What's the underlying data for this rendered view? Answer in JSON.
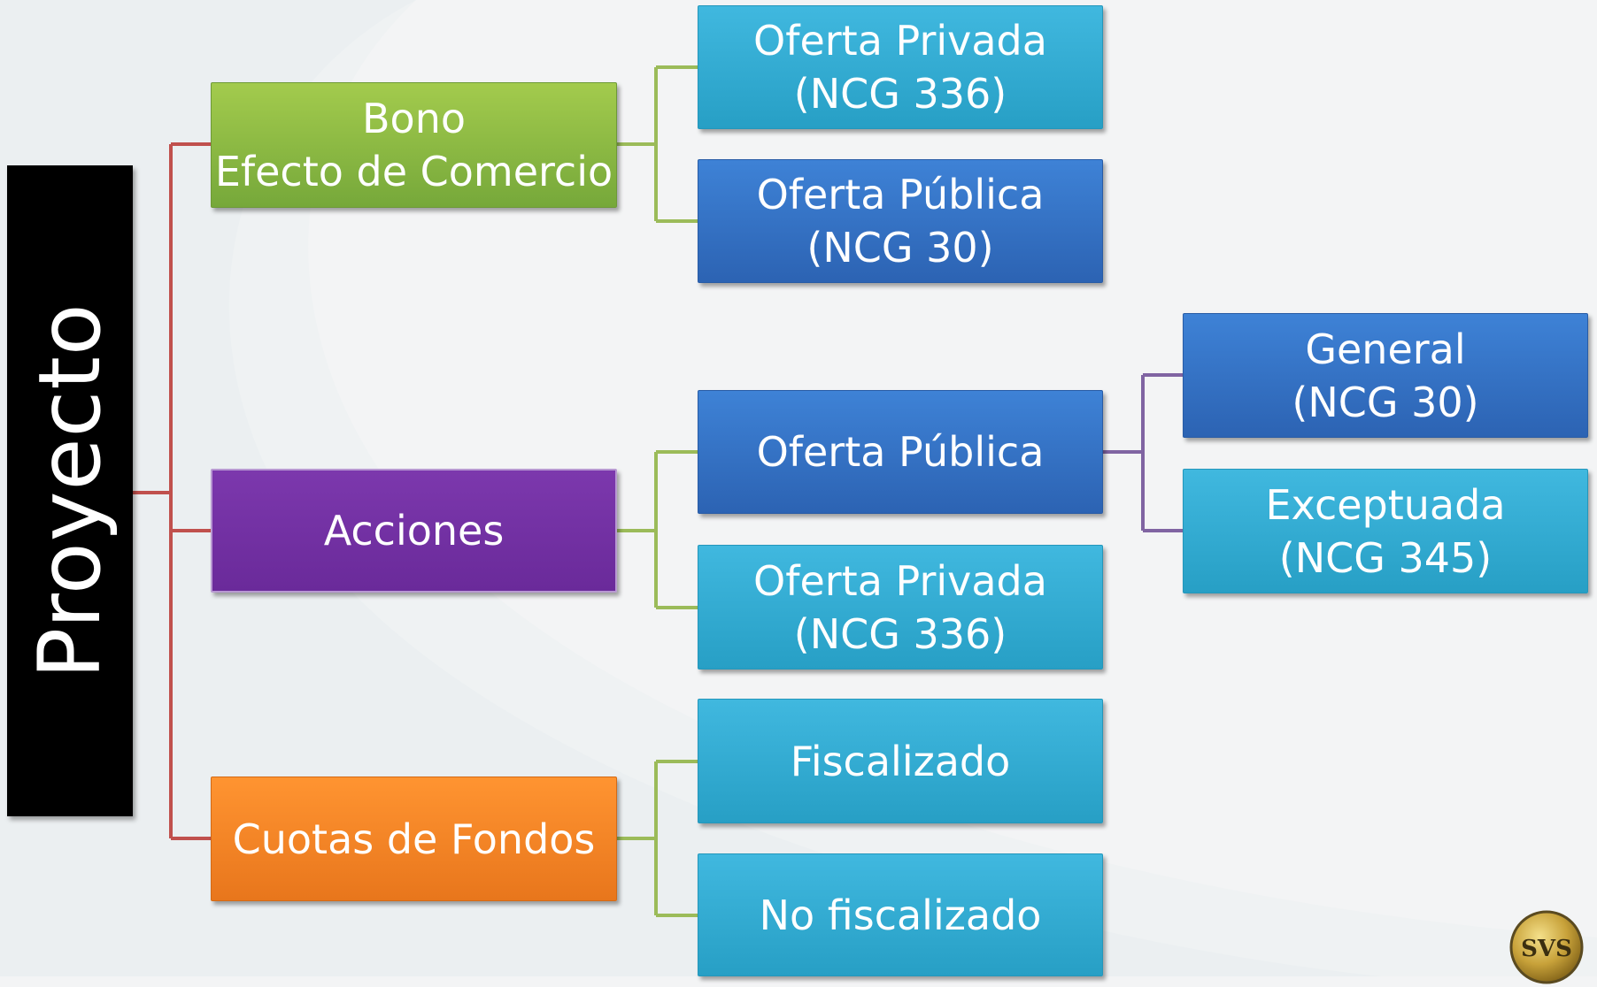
{
  "root": {
    "label": "Proyecto"
  },
  "level1": [
    {
      "id": "bono",
      "lines": [
        "Bono",
        "Efecto de Comercio"
      ],
      "color": "#8fbc45"
    },
    {
      "id": "acciones",
      "lines": [
        "Acciones"
      ],
      "color": "#7030a0"
    },
    {
      "id": "cuotas",
      "lines": [
        "Cuotas de Fondos"
      ],
      "color": "#f7862b"
    }
  ],
  "level2": [
    {
      "id": "bono-privada",
      "lines": [
        "Oferta Privada",
        "(NCG 336)"
      ],
      "color": "#34aed6"
    },
    {
      "id": "bono-publica",
      "lines": [
        "Oferta Pública",
        "(NCG 30)"
      ],
      "color": "#3573c6"
    },
    {
      "id": "acciones-publica",
      "lines": [
        "Oferta Pública"
      ],
      "color": "#3573c6"
    },
    {
      "id": "acciones-privada",
      "lines": [
        "Oferta Privada",
        "(NCG 336)"
      ],
      "color": "#34aed6"
    },
    {
      "id": "cuotas-fiscalizado",
      "lines": [
        "Fiscalizado"
      ],
      "color": "#34aed6"
    },
    {
      "id": "cuotas-no-fiscalizado",
      "lines": [
        "No fiscalizado"
      ],
      "color": "#34aed6"
    }
  ],
  "level3": [
    {
      "id": "general",
      "lines": [
        "General",
        "(NCG 30)"
      ],
      "color": "#3573c6"
    },
    {
      "id": "exceptuada",
      "lines": [
        "Exceptuada",
        "(NCG 345)"
      ],
      "color": "#34aed6"
    }
  ],
  "connector_colors": {
    "root": "#c0504d",
    "level1": "#9bbb59",
    "level2": "#8064a2"
  },
  "logo": {
    "text": "SVS"
  }
}
